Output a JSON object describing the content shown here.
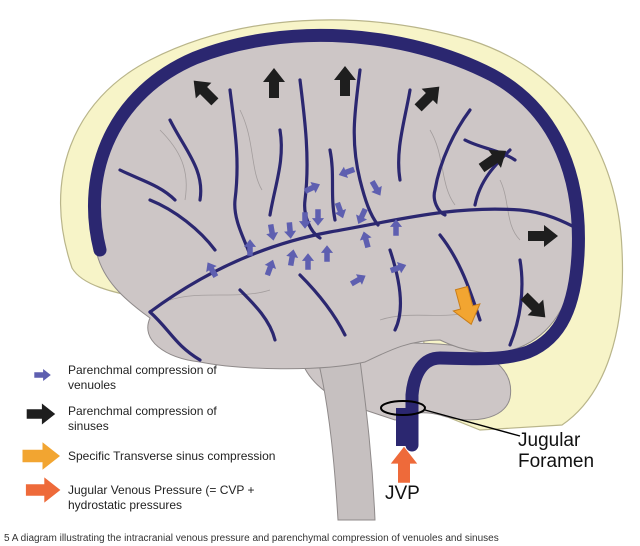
{
  "colors": {
    "skull": "#f7f4c8",
    "skull_edge": "#b9b58a",
    "brain": "#cdc6c6",
    "brain_edge": "#8f8a8a",
    "vessel": "#2b2770",
    "venule_arrow": "#5e5fb0",
    "sinus_arrow": "#1e1e1e",
    "transverse_arrow": "#f2a531",
    "jvp_arrow": "#ee6a3a"
  },
  "legend": [
    {
      "icon": "venule-arrow-icon",
      "text": "Parenchmal compression of venuoles"
    },
    {
      "icon": "sinus-arrow-icon",
      "text": "Parenchmal compression of sinuses"
    },
    {
      "icon": "transverse-arrow-icon",
      "text": "Specific Transverse sinus compression"
    },
    {
      "icon": "jvp-arrow-icon",
      "text": "Jugular Venous Pressure (= CVP + hydrostatic pressures"
    }
  ],
  "labels": {
    "foramen": "Jugular Foramen",
    "jvp": "JVP"
  },
  "caption": "5 A diagram illustrating the intracranial venous pressure and parenchymal compression of venuoles and sinuses"
}
